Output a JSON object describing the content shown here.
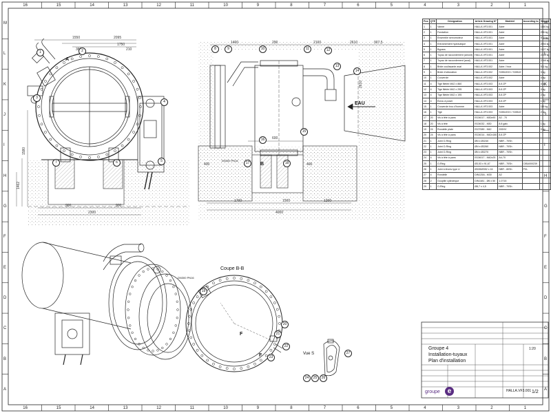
{
  "sheet": {
    "col_labels": [
      "16",
      "15",
      "14",
      "13",
      "12",
      "11",
      "10",
      "9",
      "8",
      "7",
      "6",
      "5",
      "4",
      "3",
      "2",
      "1"
    ],
    "row_labels": [
      "M",
      "L",
      "K",
      "J",
      "I",
      "H",
      "G",
      "F",
      "E",
      "D",
      "C",
      "B",
      "A"
    ]
  },
  "views": {
    "front": {
      "dims": [
        "1550",
        "2095",
        "1750",
        "380",
        "210",
        "1580",
        "1462",
        "900",
        "900",
        "2300"
      ],
      "flow_label": "A",
      "balloons": [
        "1",
        "2",
        "3",
        "4",
        "5",
        "6",
        "7"
      ]
    },
    "side": {
      "dims": [
        "1400",
        "290",
        "2100",
        "2610",
        "907,5",
        "2610",
        "600",
        "400",
        "400",
        "1700",
        "1500",
        "1200",
        "4000"
      ],
      "flow_label": "EAU",
      "section_label": "B",
      "marker": "DN300 PN16",
      "balloons": [
        "8",
        "9",
        "10",
        "11",
        "12",
        "13",
        "14",
        "15",
        "16",
        "17",
        "18"
      ]
    },
    "section": {
      "title": "Coupe B-B",
      "marker": "DN300 PN16",
      "detail_label": "F",
      "balloons": [
        "19",
        "20",
        "21",
        "22",
        "23"
      ]
    },
    "detail": {
      "title": "Vue S",
      "balloons": [
        "24",
        "25",
        "26",
        "27"
      ]
    }
  },
  "parts_table": {
    "headers": [
      "Pos",
      "QTE",
      "Désignation",
      "Article Drawing N°",
      "Matériel",
      "According to",
      "Weight"
    ],
    "rows": [
      [
        "1",
        "1",
        "Vanne",
        "HALLA.VF3.001",
        "Acier",
        "",
        "1150 kg"
      ],
      [
        "2",
        "1",
        "Fondation",
        "HALLA.VF3.001",
        "Acier",
        "",
        "256 kg"
      ],
      [
        "3",
        "1",
        "Ensemble servomoteur",
        "HALLA.VF3.001",
        "Acier",
        "",
        "578 kg"
      ],
      [
        "4",
        "1",
        "Entraînement hydraulique",
        "HALLA.VF3.001",
        "Acier",
        "",
        "2053 kg"
      ],
      [
        "5",
        "1",
        "Bypass",
        "HALLA.VF3.001",
        "Acier",
        "",
        "1027 kg"
      ],
      [
        "6",
        "1",
        "Tuyau de raccordement (amont)",
        "HALLA.VF3.001",
        "Acier",
        "",
        "2300 kg"
      ],
      [
        "7",
        "1",
        "Tuyau de raccordement (aval)",
        "HALLA.VF3.001",
        "Acier",
        "",
        "2169 kg"
      ],
      [
        "8",
        "1",
        "Bride coulissante aval",
        "HALLA.VF3.002",
        "Acier / Inox",
        "",
        "511 kg"
      ],
      [
        "9",
        "1",
        "Bride d'obturation",
        "HALLA.VF3.002",
        "S355J2G3 / S355J2",
        "",
        "3 kg"
      ],
      [
        "10",
        "1",
        "Couvercle",
        "HALLA.VF3.002",
        "Acier",
        "",
        "4 kg"
      ],
      [
        "11",
        "4",
        "Tige filetée M42 x 860",
        "HALLA.VF3.003",
        "8.8 ZP",
        "",
        "4 kg"
      ],
      [
        "12",
        "4",
        "Tige filetée M42 x 295",
        "HALLA.VF3.003",
        "8.8 ZP",
        "",
        "4 kg"
      ],
      [
        "13",
        "4",
        "Tige filetée M42 x 195",
        "HALLA.VF3.003",
        "8.8 ZP",
        "",
        "2 kg"
      ],
      [
        "14",
        "4",
        "Écrou à poser",
        "HALLA.VF3.003",
        "8.8 ZP",
        "",
        "1 kg"
      ],
      [
        "15",
        "1",
        "Couvercle trou d'homme",
        "HALLA.VF3.003",
        "Acier",
        "",
        "119 kg"
      ],
      [
        "16",
        "1",
        "Tige",
        "HALLA.VF3.003",
        "S355J2G3 / S355J2",
        "",
        "2 kg"
      ],
      [
        "17",
        "20",
        "Vis à tête à pans",
        "ISO4017 - M30x90",
        "A2 - 70",
        "",
        ""
      ],
      [
        "18",
        "20",
        "Vis à tête",
        "ISO4032 - M30",
        "8.8 galv.",
        "",
        "1 kg"
      ],
      [
        "19",
        "24",
        "Rondelle plate",
        "ISO7089 - M42",
        "200HV",
        "",
        "0 kg"
      ],
      [
        "20",
        "24",
        "Vis à tête à pans",
        "ISO4014 - M42x180",
        "8.8 ZP",
        "",
        ""
      ],
      [
        "21",
        "1",
        "Joint O-Ring",
        "ØN x Ø3240",
        "NBR - 70Sh",
        "",
        ""
      ],
      [
        "22",
        "1",
        "Joint O-Ring",
        "ØN x Ø3260",
        "NBR - 70Sh",
        "",
        ""
      ],
      [
        "23",
        "1",
        "Joint O-Ring",
        "ØN x Ø3270",
        "NBR - 70Sh",
        "",
        ""
      ],
      [
        "24",
        "4",
        "Vis à tête à pans",
        "ISO4017 - M42x25",
        "A4-70",
        "",
        ""
      ],
      [
        "25",
        "1",
        "O-Ring",
        "Ø3,53 x 91,67",
        "NBR - 70Sh",
        "CIBA000239",
        ""
      ],
      [
        "26",
        "1",
        "Joint à lèvres type U",
        "Ø328/Ø352 x 16",
        "NBR - 80Sh",
        "PXL",
        ""
      ],
      [
        "27",
        "4",
        "Rondelle",
        "DIN125A - M30",
        "A2",
        "",
        ""
      ],
      [
        "28",
        "2",
        "Goupille cylindrique",
        "DIN1481 - Ø6 x 50",
        "1.0715",
        "",
        ""
      ],
      [
        "29",
        "1",
        "O-Ring",
        "Ø8,7 x 4,5",
        "NBR - 70Sh",
        "",
        ""
      ]
    ]
  },
  "title_block": {
    "title_line1": "Groupe 4",
    "title_line2": "Installation-tuyaux",
    "title_line3": "Plan d'installation",
    "scale": "1:20",
    "drawing_number": "HALLA.VF3.001",
    "sheet": "1/2",
    "company": "groupe",
    "company_mark": "e"
  }
}
